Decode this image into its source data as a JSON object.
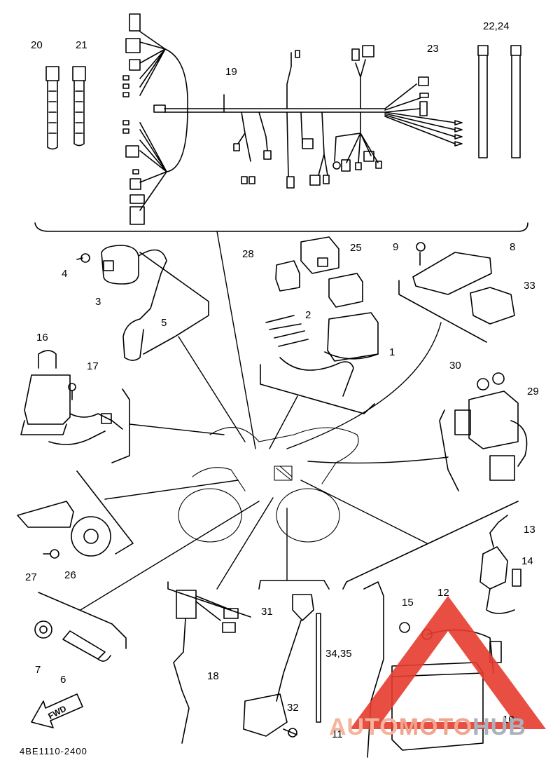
{
  "drawing_code": "4BE1110-2400",
  "fwd_label": "FWD",
  "callouts": [
    {
      "id": "c20",
      "text": "20"
    },
    {
      "id": "c21",
      "text": "21"
    },
    {
      "id": "c19",
      "text": "19"
    },
    {
      "id": "c23",
      "text": "23"
    },
    {
      "id": "c22",
      "text": "22,24"
    },
    {
      "id": "c4",
      "text": "4"
    },
    {
      "id": "c3",
      "text": "3"
    },
    {
      "id": "c5",
      "text": "5"
    },
    {
      "id": "c28",
      "text": "28"
    },
    {
      "id": "c25",
      "text": "25"
    },
    {
      "id": "c2",
      "text": "2"
    },
    {
      "id": "c1",
      "text": "1"
    },
    {
      "id": "c9",
      "text": "9"
    },
    {
      "id": "c8",
      "text": "8"
    },
    {
      "id": "c33",
      "text": "33"
    },
    {
      "id": "c16",
      "text": "16"
    },
    {
      "id": "c17",
      "text": "17"
    },
    {
      "id": "c30",
      "text": "30"
    },
    {
      "id": "c29",
      "text": "29"
    },
    {
      "id": "c13",
      "text": "13"
    },
    {
      "id": "c14",
      "text": "14"
    },
    {
      "id": "c27",
      "text": "27"
    },
    {
      "id": "c26",
      "text": "26"
    },
    {
      "id": "c31",
      "text": "31"
    },
    {
      "id": "c15",
      "text": "15"
    },
    {
      "id": "c12",
      "text": "12"
    },
    {
      "id": "c7",
      "text": "7"
    },
    {
      "id": "c6",
      "text": "6"
    },
    {
      "id": "c18",
      "text": "18"
    },
    {
      "id": "c34",
      "text": "34,35"
    },
    {
      "id": "c32",
      "text": "32"
    },
    {
      "id": "c10",
      "text": "10"
    },
    {
      "id": "c11",
      "text": "11"
    }
  ],
  "watermark": {
    "part1": "AUTO",
    "part2": "MOTO",
    "part3": "HUB"
  },
  "colors": {
    "line": "#000000",
    "watermark_red": "#e53b2c",
    "watermark_grey": "#a9b2bd"
  }
}
